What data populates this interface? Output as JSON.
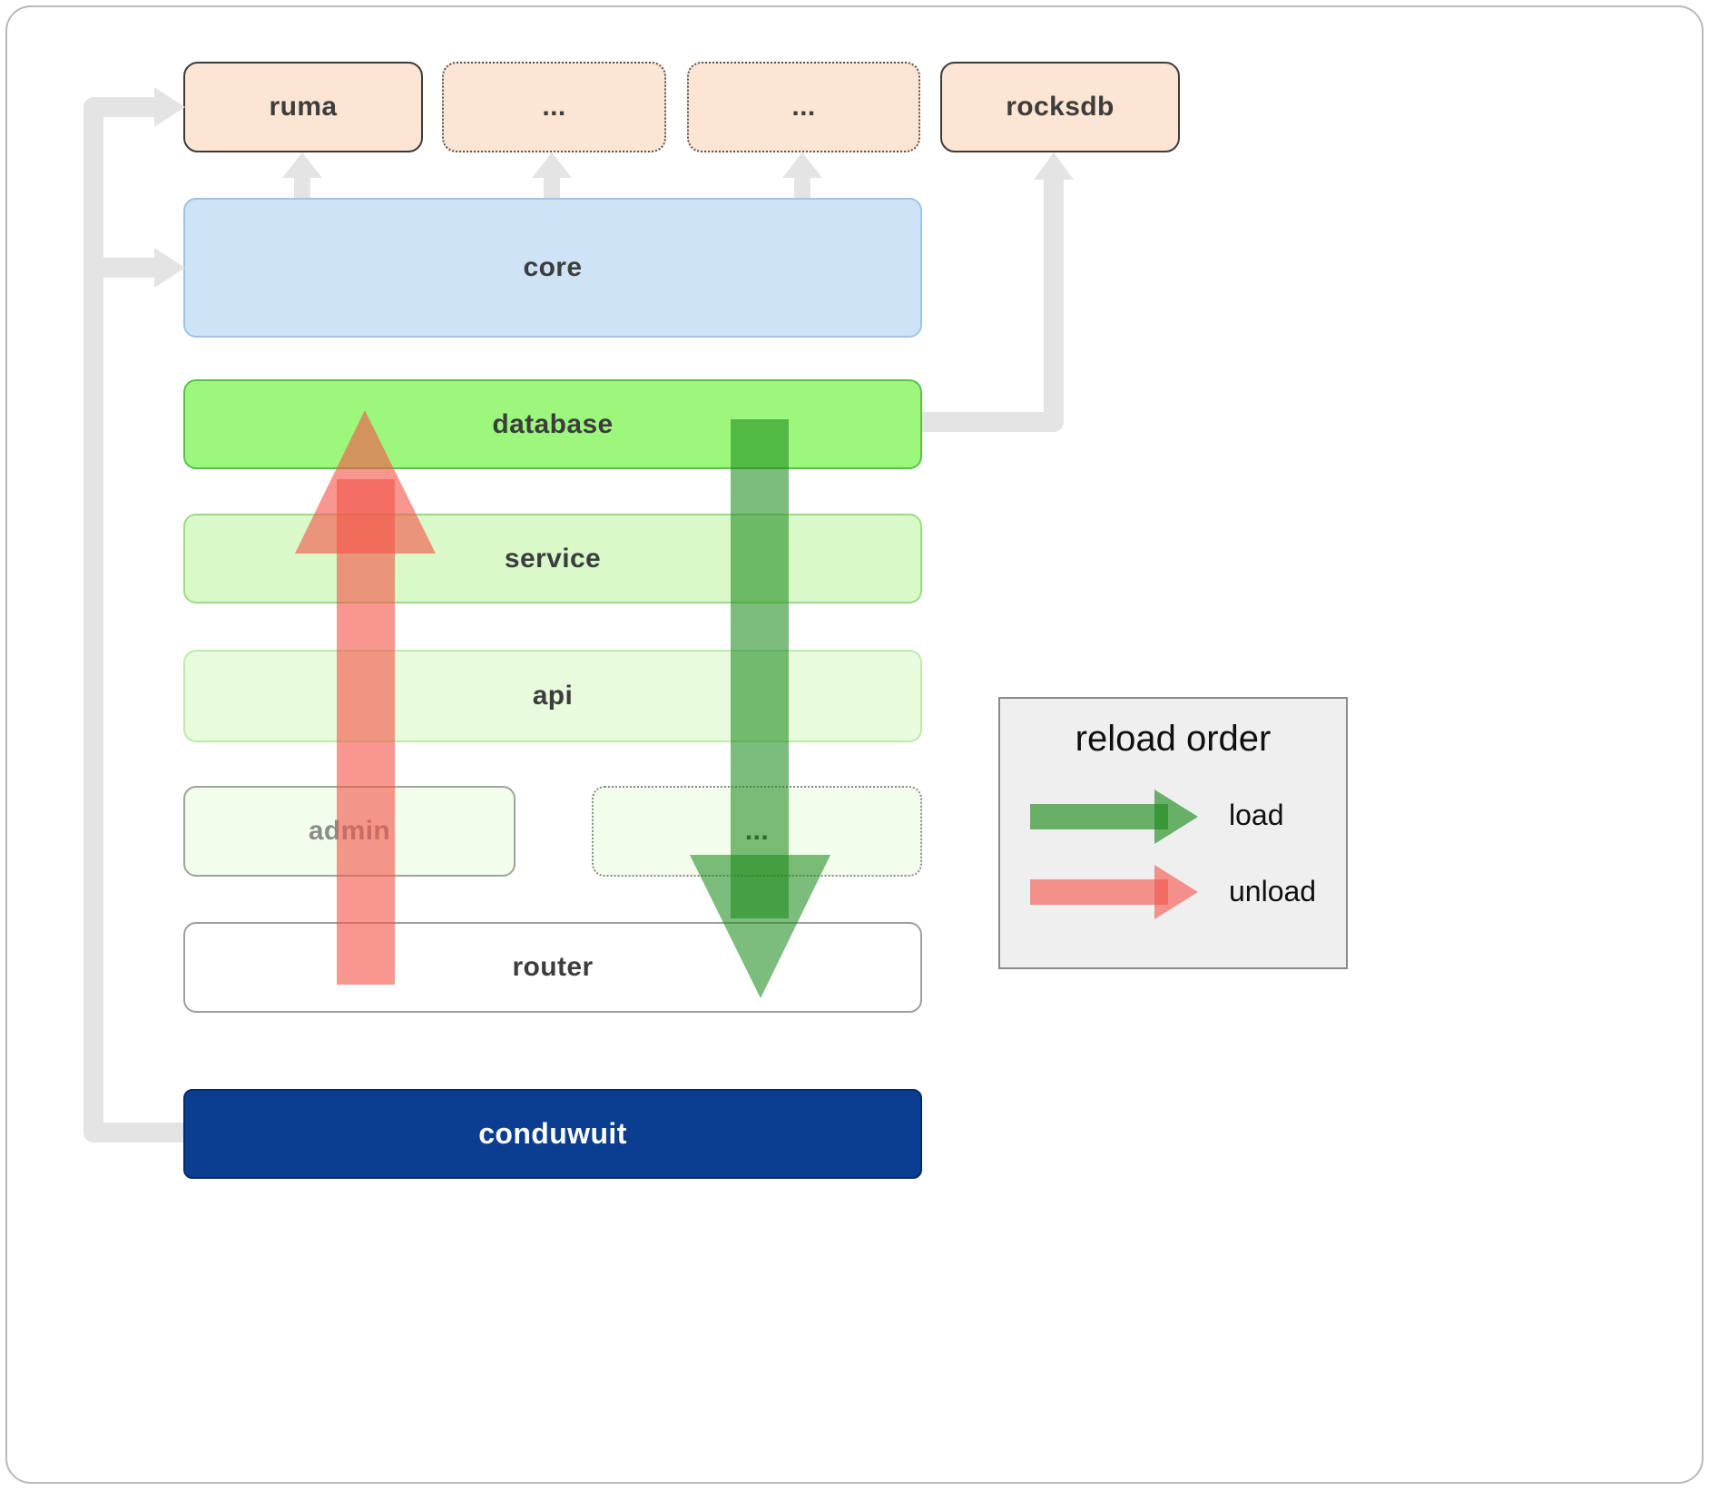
{
  "nodes": {
    "ruma": {
      "label": "ruma"
    },
    "dep2": {
      "label": "..."
    },
    "dep3": {
      "label": "..."
    },
    "rocksdb": {
      "label": "rocksdb"
    },
    "core": {
      "label": "core"
    },
    "database": {
      "label": "database"
    },
    "service": {
      "label": "service"
    },
    "api": {
      "label": "api"
    },
    "admin": {
      "label": "admin"
    },
    "more": {
      "label": "..."
    },
    "router": {
      "label": "router"
    },
    "conduwuit": {
      "label": "conduwuit"
    }
  },
  "legend": {
    "title": "reload order",
    "load_label": "load",
    "unload_label": "unload"
  },
  "colors": {
    "load_arrow": "#1e8c1e",
    "unload_arrow": "#f4564a",
    "connector": "#e4e4e4",
    "dependency_bg": "#fce5d2",
    "core_bg": "#cfe3f7",
    "database_bg": "#9ef77d",
    "service_bg": "#d9f9c9",
    "api_bg": "#e8fbdd",
    "admin_bg": "#f2fdeb",
    "conduwuit_bg": "#0b3e91",
    "legend_bg": "#efefef"
  }
}
